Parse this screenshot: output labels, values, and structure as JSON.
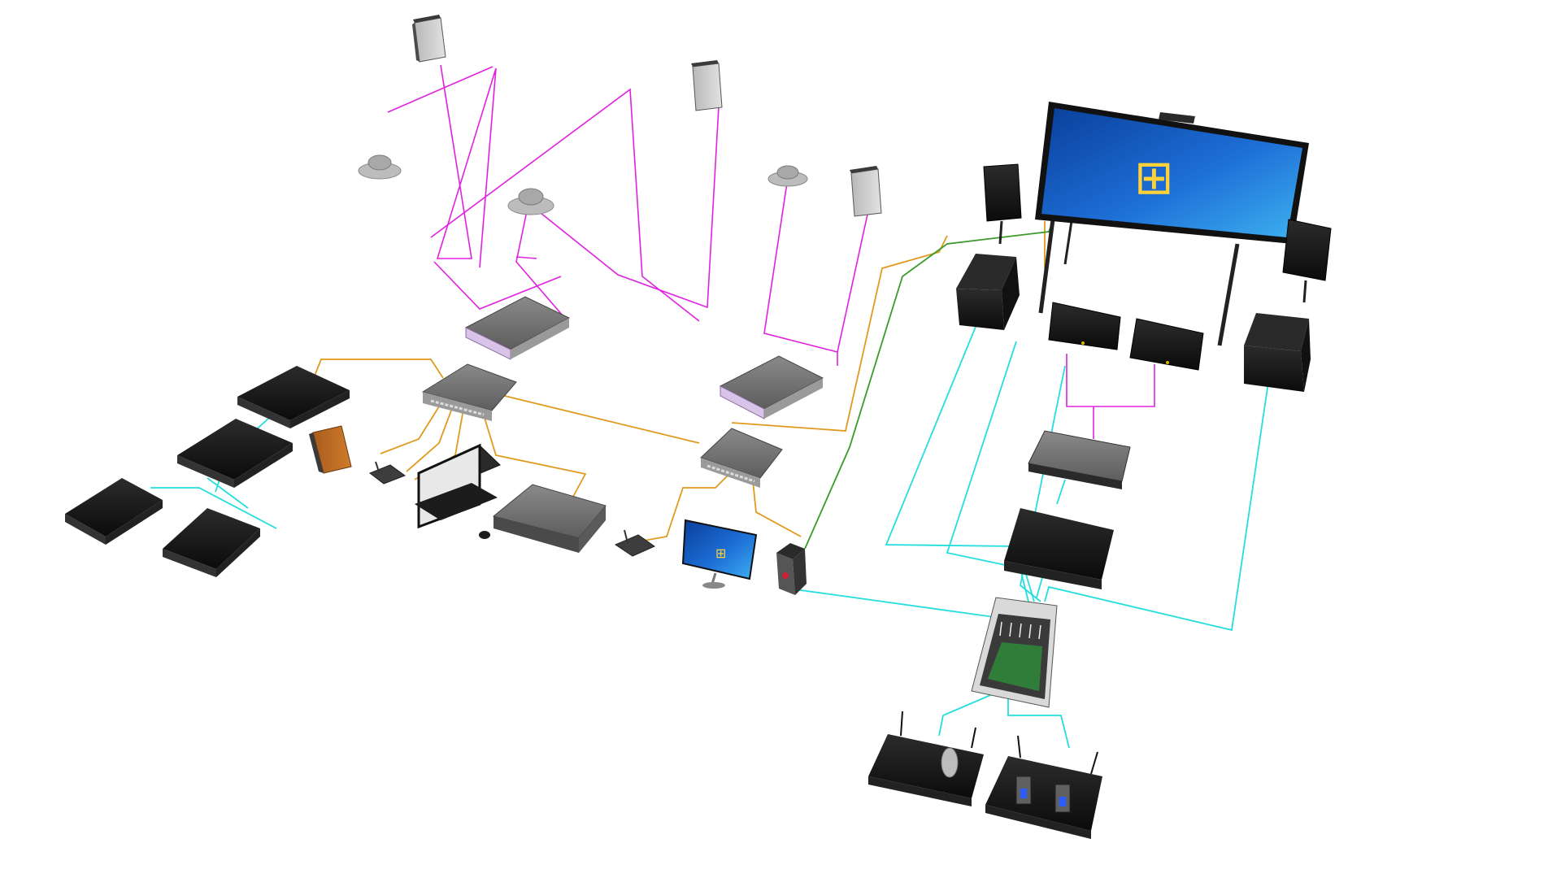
{
  "colors": {
    "background": "#ffffff",
    "speaker_cable": "#e022e0",
    "network_cable": "#e09a1e",
    "audio_cable": "#24dede",
    "video_cable": "#3a9a2a",
    "device_dark": "#1a1a1a",
    "device_gray": "#6f6f6f",
    "speaker_white": "#c9c9c9",
    "screen_blue": "#1d6ed6"
  },
  "display": {
    "os_logo": "windows-logo-icon"
  },
  "devices": [
    {
      "name": "ceiling-speaker-1",
      "kind": "box-speaker",
      "icon": "speaker-icon"
    },
    {
      "name": "ceiling-speaker-2",
      "kind": "box-speaker",
      "icon": "speaker-icon"
    },
    {
      "name": "ceiling-speaker-3",
      "kind": "box-speaker",
      "icon": "speaker-icon"
    },
    {
      "name": "ceiling-mount-speaker-1",
      "kind": "disc-speaker",
      "icon": "ceiling-speaker-icon"
    },
    {
      "name": "ceiling-mount-speaker-2",
      "kind": "disc-speaker",
      "icon": "ceiling-speaker-icon"
    },
    {
      "name": "ceiling-mount-speaker-3",
      "kind": "disc-speaker",
      "icon": "ceiling-speaker-icon"
    },
    {
      "name": "power-amplifier-1",
      "kind": "rack-unit",
      "icon": "amplifier-icon"
    },
    {
      "name": "power-amplifier-2",
      "kind": "rack-unit",
      "icon": "amplifier-icon"
    },
    {
      "name": "network-switch-1",
      "kind": "rack-unit",
      "icon": "switch-icon"
    },
    {
      "name": "network-switch-2",
      "kind": "rack-unit",
      "icon": "switch-icon"
    },
    {
      "name": "recorder-1",
      "kind": "rack-unit",
      "icon": "recorder-icon"
    },
    {
      "name": "recorder-2",
      "kind": "rack-unit",
      "icon": "recorder-icon"
    },
    {
      "name": "recorder-3",
      "kind": "rack-unit",
      "icon": "recorder-icon"
    },
    {
      "name": "recorder-4",
      "kind": "rack-unit",
      "icon": "recorder-icon"
    },
    {
      "name": "monitor-speaker",
      "kind": "box-speaker",
      "icon": "speaker-icon"
    },
    {
      "name": "gooseneck-mic-1",
      "kind": "microphone",
      "icon": "microphone-icon"
    },
    {
      "name": "gooseneck-mic-2",
      "kind": "microphone",
      "icon": "microphone-icon"
    },
    {
      "name": "laptop",
      "kind": "computer",
      "icon": "laptop-icon"
    },
    {
      "name": "server",
      "kind": "rack-unit",
      "icon": "server-icon"
    },
    {
      "name": "desktop-monitor",
      "kind": "computer",
      "icon": "monitor-icon"
    },
    {
      "name": "processor",
      "kind": "rack-unit",
      "icon": "processor-icon"
    },
    {
      "name": "main-display",
      "kind": "display",
      "icon": "display-icon"
    },
    {
      "name": "camera",
      "kind": "camera",
      "icon": "camera-icon"
    },
    {
      "name": "stage-speaker-left",
      "kind": "box-speaker",
      "icon": "speaker-icon"
    },
    {
      "name": "stage-speaker-right",
      "kind": "box-speaker",
      "icon": "speaker-icon"
    },
    {
      "name": "subwoofer-left",
      "kind": "subwoofer",
      "icon": "subwoofer-icon"
    },
    {
      "name": "subwoofer-right",
      "kind": "subwoofer",
      "icon": "subwoofer-icon"
    },
    {
      "name": "stage-monitor-1",
      "kind": "wedge",
      "icon": "stage-monitor-icon"
    },
    {
      "name": "stage-monitor-2",
      "kind": "wedge",
      "icon": "stage-monitor-icon"
    },
    {
      "name": "monitor-amplifier",
      "kind": "rack-unit",
      "icon": "amplifier-icon"
    },
    {
      "name": "main-amplifier",
      "kind": "rack-unit",
      "icon": "amplifier-icon"
    },
    {
      "name": "digital-mixer",
      "kind": "mixer",
      "icon": "mixer-icon"
    },
    {
      "name": "wireless-receiver-handheld",
      "kind": "rack-unit",
      "icon": "wireless-receiver-icon"
    },
    {
      "name": "wireless-receiver-dual",
      "kind": "rack-unit",
      "icon": "wireless-receiver-icon"
    }
  ]
}
